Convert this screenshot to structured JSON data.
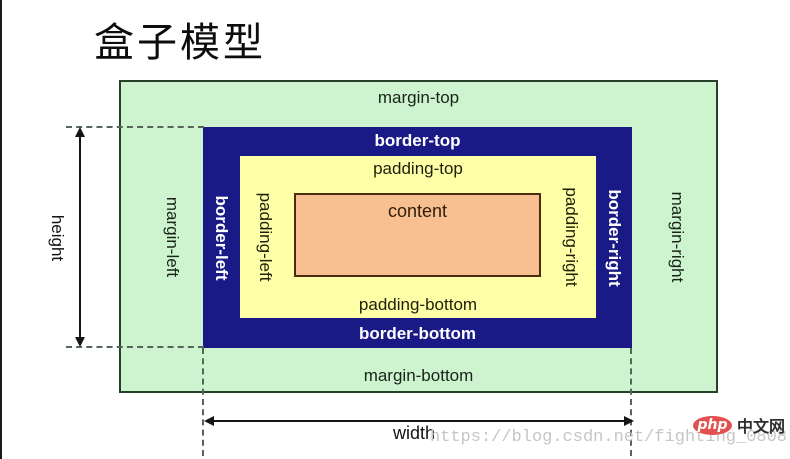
{
  "title": "盒子模型",
  "diagram": {
    "margin": {
      "top": "margin-top",
      "bottom": "margin-bottom",
      "left": "margin-left",
      "right": "margin-right"
    },
    "border": {
      "top": "border-top",
      "bottom": "border-bottom",
      "left": "border-left",
      "right": "border-right"
    },
    "padding": {
      "top": "padding-top",
      "bottom": "padding-bottom",
      "left": "padding-left",
      "right": "padding-right"
    },
    "content_label": "content",
    "height_label": "height",
    "width_label": "width"
  },
  "colors": {
    "margin_bg": "#cdf4cf",
    "border_bg": "#1a1a86",
    "padding_bg": "#ffffa8",
    "content_bg": "#f8c091",
    "border_label_text": "#ffffff",
    "logo_badge_bg": "#e2514f"
  },
  "watermark": "https://blog.csdn.net/fighting_0808",
  "logo": {
    "badge": "php",
    "site": "中文网"
  }
}
